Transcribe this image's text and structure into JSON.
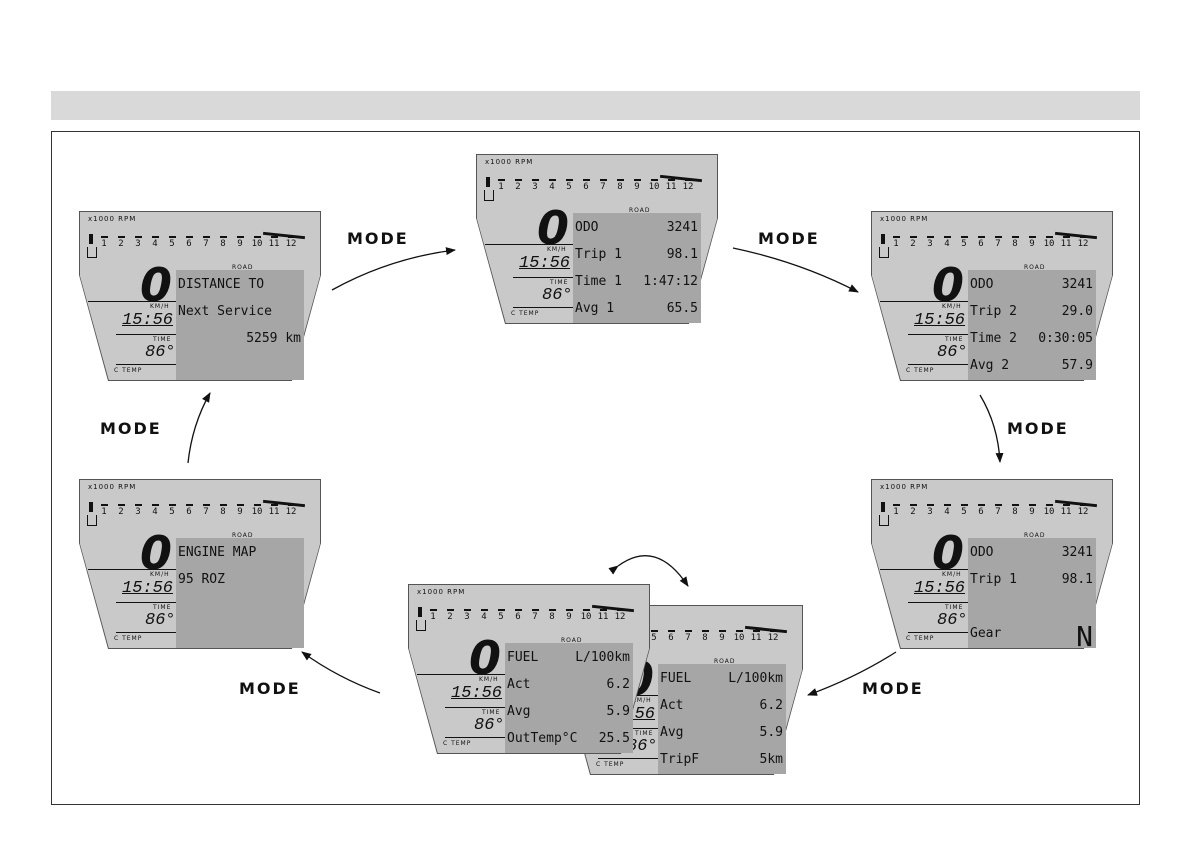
{
  "panel_common": {
    "rpm_label": "x1000 RPM",
    "ticks": [
      "1",
      "2",
      "3",
      "4",
      "5",
      "6",
      "7",
      "8",
      "9",
      "10",
      "11",
      "12"
    ],
    "road_label": "ROAD",
    "speed": "0",
    "speed_unit": "KM/H",
    "time": "15:56",
    "time_label": "TIME",
    "temp": "86°",
    "temp_label": "C TEMP"
  },
  "panels": {
    "center": {
      "rows": [
        {
          "l": "ODO",
          "r": "3241"
        },
        {
          "l": "Trip 1",
          "r": "98.1"
        },
        {
          "l": "Time 1",
          "r": "1:47:12"
        },
        {
          "l": "Avg 1",
          "r": "65.5"
        }
      ]
    },
    "right_top": {
      "rows": [
        {
          "l": "ODO",
          "r": "3241"
        },
        {
          "l": "Trip 2",
          "r": "29.0"
        },
        {
          "l": "Time 2",
          "r": "0:30:05"
        },
        {
          "l": "Avg 2",
          "r": "57.9"
        }
      ]
    },
    "right_bottom": {
      "rows": [
        {
          "l": "ODO",
          "r": "3241"
        },
        {
          "l": "Trip 1",
          "r": "98.1"
        },
        {
          "l": "",
          "r": ""
        },
        {
          "l": "Gear",
          "r": "N"
        }
      ]
    },
    "bottom_back": {
      "rows": [
        {
          "l": "FUEL",
          "r": "L/100km"
        },
        {
          "l": "Act",
          "r": "6.2"
        },
        {
          "l": "Avg",
          "r": "5.9"
        },
        {
          "l": "TripF",
          "r": "5km"
        }
      ]
    },
    "bottom_front": {
      "rows": [
        {
          "l": "FUEL",
          "r": "L/100km"
        },
        {
          "l": "Act",
          "r": "6.2"
        },
        {
          "l": "Avg",
          "r": "5.9"
        },
        {
          "l": "OutTemp°C",
          "r": "25.5"
        }
      ]
    },
    "left_bottom": {
      "rows": [
        {
          "l": "ENGINE MAP",
          "r": ""
        },
        {
          "l": "95 ROZ",
          "r": ""
        },
        {
          "l": "",
          "r": ""
        },
        {
          "l": "",
          "r": ""
        }
      ]
    },
    "left_top": {
      "rows": [
        {
          "l": "DISTANCE TO",
          "r": ""
        },
        {
          "l": "Next Service",
          "r": ""
        },
        {
          "l": "",
          "r": "5259 km"
        },
        {
          "l": "",
          "r": ""
        }
      ]
    }
  },
  "mode_labels": {
    "top_left": "MODE",
    "top_right": "MODE",
    "right": "MODE",
    "bottom_right": "MODE",
    "bottom_left": "MODE",
    "left": "MODE"
  }
}
